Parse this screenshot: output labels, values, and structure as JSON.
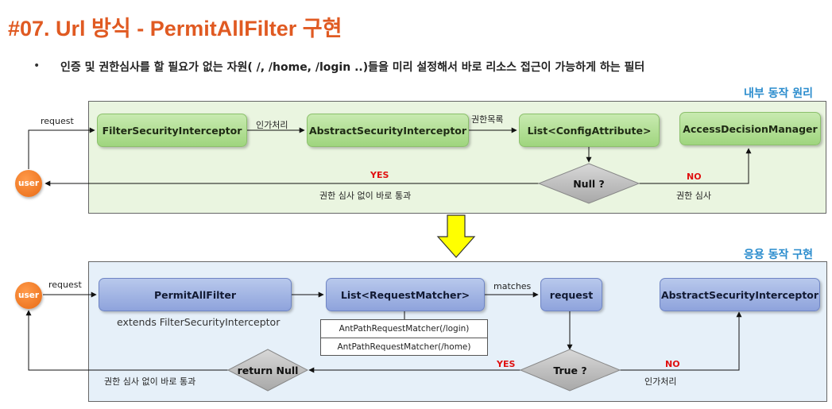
{
  "title": "#07. Url 방식 - PermitAllFilter 구현",
  "bullet": {
    "marker": "•",
    "text": "인증 및 권한심사를 할 필요가 없는 자원( /, /home, /login ..)들을 미리 설정해서 바로 리소스 접근이 가능하게 하는 필터"
  },
  "internal": {
    "heading": "내부 동작 원리",
    "user": "user",
    "request_label": "request",
    "boxes": {
      "filter_security_interceptor": "FilterSecurityInterceptor",
      "abstract_security_interceptor": "AbstractSecurityInterceptor",
      "config_attribute_list": "List<ConfigAttribute>",
      "access_decision_manager": "AccessDecisionManager"
    },
    "arrow_labels": {
      "authorize": "인가처리",
      "permission_list": "권한목록"
    },
    "decision": "Null ?",
    "yes": "YES",
    "no": "NO",
    "yes_desc": "권한 심사 없이 바로 통과",
    "no_desc": "권한 심사"
  },
  "application": {
    "heading": "응용 동작 구현",
    "user": "user",
    "request_label": "request",
    "boxes": {
      "permit_all_filter": "PermitAllFilter",
      "request_matcher_list": "List<RequestMatcher>",
      "request": "request",
      "abstract_security_interceptor": "AbstractSecurityInterceptor"
    },
    "extends_text": "extends FilterSecurityInterceptor",
    "matchers": [
      "AntPathRequestMatcher(/login)",
      "AntPathRequestMatcher(/home)"
    ],
    "matches_label": "matches",
    "decision_true": "True ?",
    "return_null": "return Null",
    "yes": "YES",
    "no": "NO",
    "pass_desc": "권한 심사 없이 바로 통과",
    "no_desc": "인가처리"
  },
  "colors": {
    "title": "#e05a22",
    "heading": "#2a8ccd",
    "yes_no": "#e01010",
    "user": "#e86a14",
    "green_box": "#9fd57e",
    "blue_box": "#8ea3dc",
    "big_arrow": "#ffff00"
  }
}
